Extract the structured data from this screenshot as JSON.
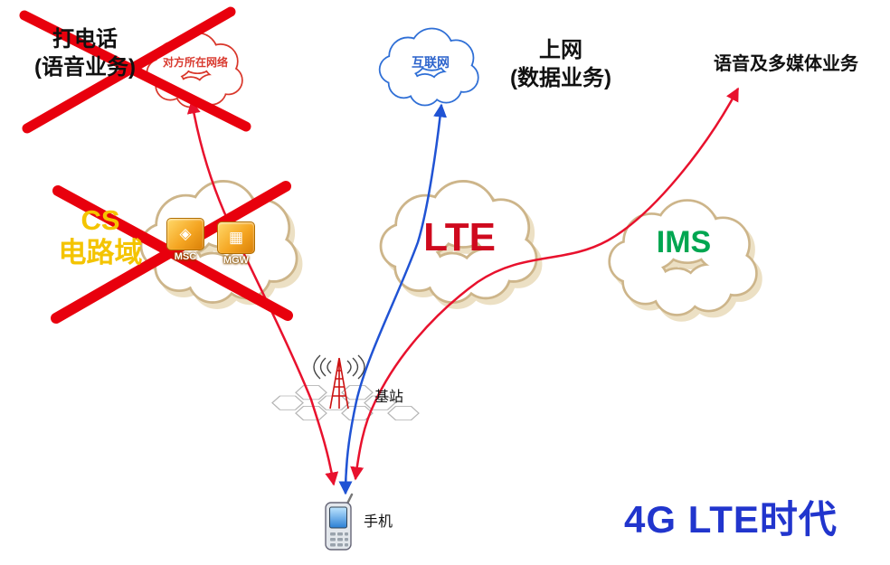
{
  "era": {
    "title": "4G LTE时代"
  },
  "services": {
    "voice_call": {
      "line1": "打电话",
      "line2": "(语音业务)"
    },
    "internet_access": {
      "line1": "上网",
      "line2": "(数据业务)"
    },
    "voice_multimedia": {
      "label": "语音及多媒体业务"
    }
  },
  "clouds": {
    "peer_network": {
      "label": "对方所在网络"
    },
    "internet": {
      "label": "互联网"
    },
    "cs_domain": {
      "line1": "CS",
      "line2": "电路域",
      "nodes": [
        {
          "label": "MSC"
        },
        {
          "label": "MGW"
        }
      ]
    },
    "lte": {
      "label": "LTE"
    },
    "ims": {
      "label": "IMS"
    }
  },
  "nodes": {
    "base_station": {
      "label": "基站"
    },
    "phone": {
      "label": "手机"
    }
  },
  "colors": {
    "flow_red": "#e8112d",
    "flow_blue": "#2053d4",
    "cross_red": "#e8000d",
    "cloud_tan": "#cdb58a",
    "cloud_red": "#d9372b",
    "cloud_blue": "#2f6fd6",
    "cs_yellow": "#f4c400",
    "lte_red": "#cf0a1e",
    "ims_green": "#00a651",
    "era_blue": "#2135cd"
  }
}
